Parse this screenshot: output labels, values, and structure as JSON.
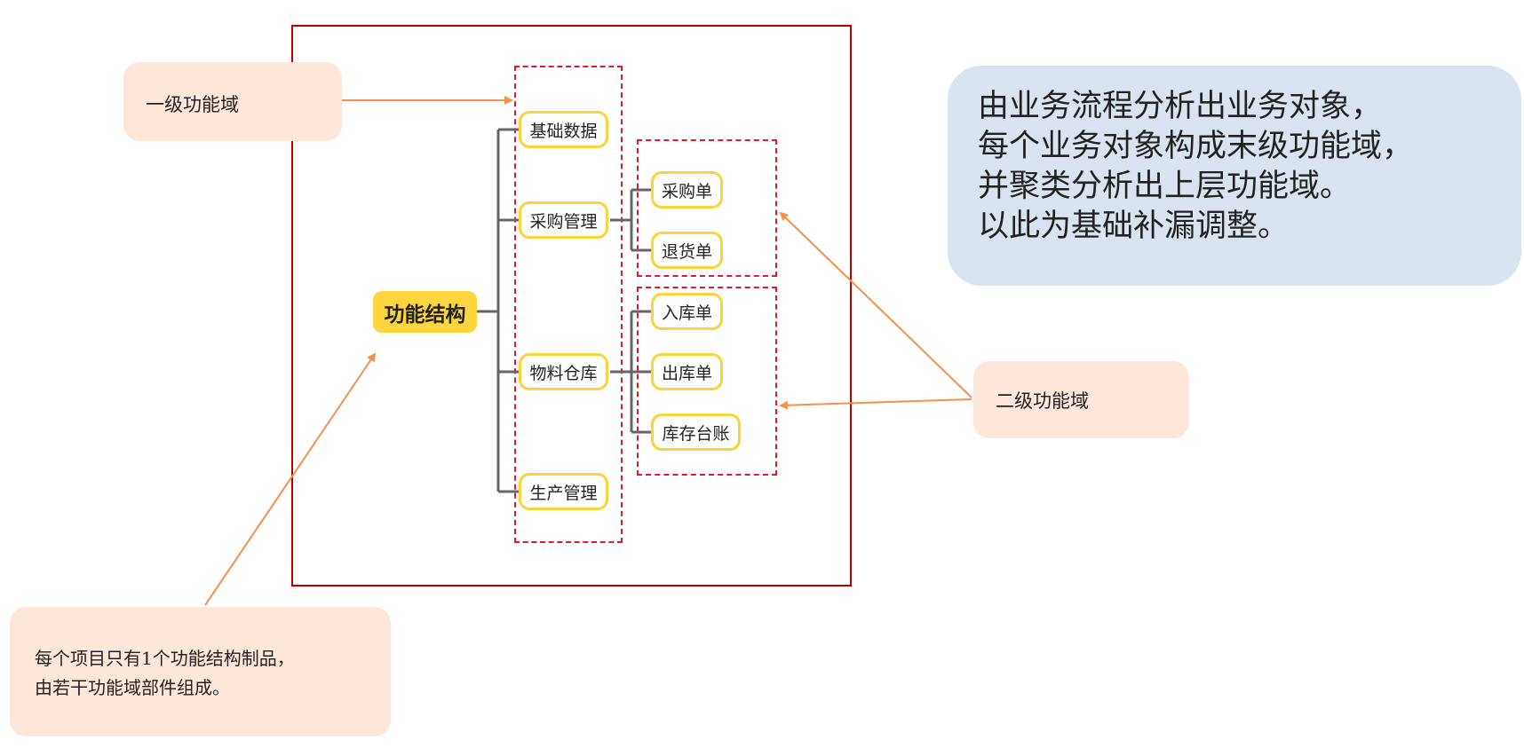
{
  "diagram": {
    "root": "功能结构",
    "level1": [
      "基础数据",
      "采购管理",
      "物料仓库",
      "生产管理"
    ],
    "purchase_children": [
      "采购单",
      "退货单"
    ],
    "warehouse_children": [
      "入库单",
      "出库单",
      "库存台账"
    ]
  },
  "callouts": {
    "level1_domain": "一级功能域",
    "level2_domain": "二级功能域",
    "product_note": [
      "每个项目只有1个功能结构制品，",
      "由若干功能域部件组成。"
    ]
  },
  "summary_box": {
    "lines": [
      "由业务流程分析出业务对象，",
      "每个业务对象构成末级功能域，",
      "并聚类分析出上层功能域。",
      "以此为基础补漏调整。"
    ]
  },
  "colors": {
    "frame": "#c00000",
    "dashed_group": "#e0182d",
    "node_border": "#fcd33a",
    "root_fill": "#fcd53f",
    "callout_fill": "#fde7da",
    "summary_fill": "#dae3f0",
    "arrow": "#f4914a",
    "connector": "#666666"
  }
}
